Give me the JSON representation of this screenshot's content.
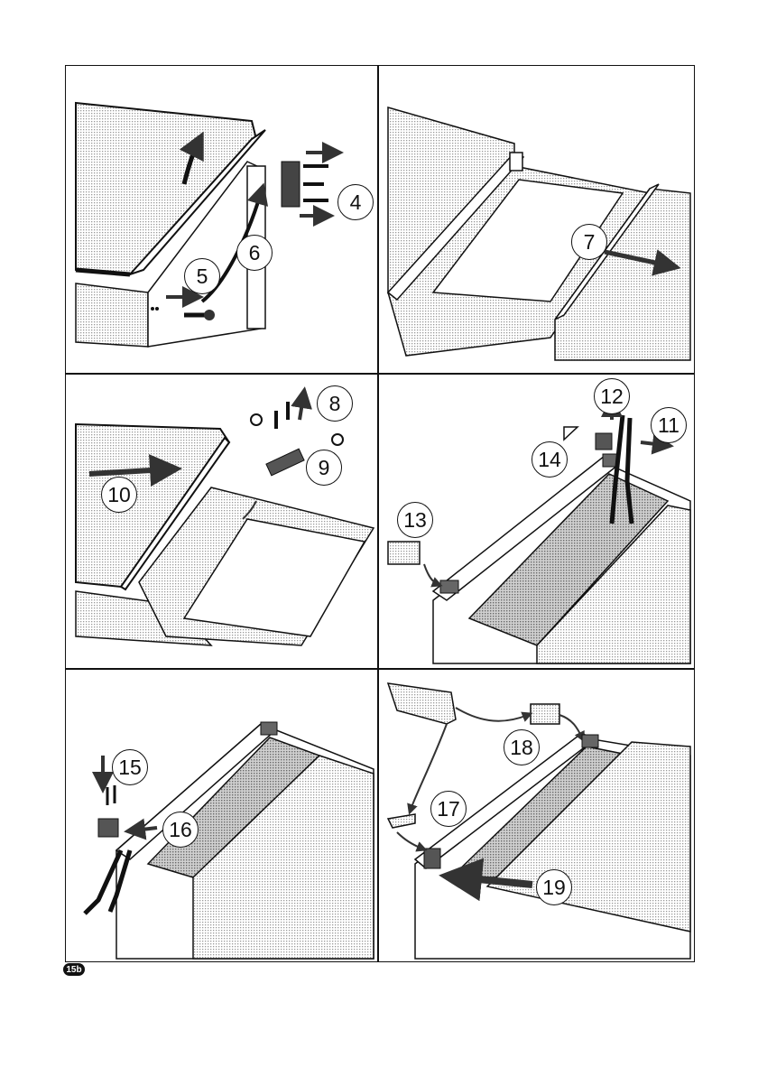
{
  "page_label": "15b",
  "panels": [
    {
      "callouts": [
        "4",
        "5",
        "6"
      ]
    },
    {
      "callouts": [
        "7"
      ]
    },
    {
      "callouts": [
        "8",
        "9",
        "10"
      ]
    },
    {
      "callouts": [
        "11",
        "12",
        "13",
        "14"
      ]
    },
    {
      "callouts": [
        "15",
        "16"
      ]
    },
    {
      "callouts": [
        "17",
        "18",
        "19"
      ]
    }
  ]
}
